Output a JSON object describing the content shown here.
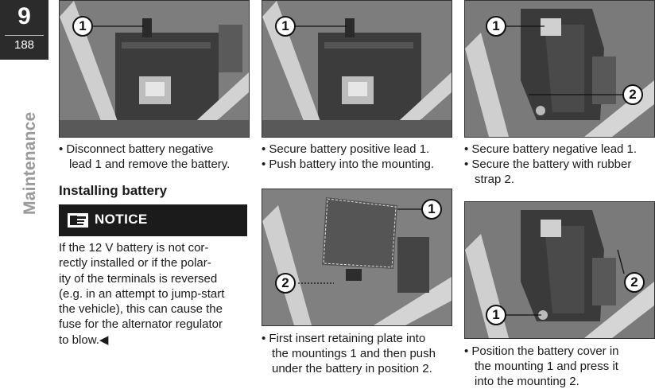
{
  "chapter": {
    "number": "9",
    "page": "188",
    "section_label": "Maintenance"
  },
  "steps": [
    {
      "caption": [
        "• Disconnect battery negative",
        "lead 1 and remove the battery."
      ],
      "callouts": [
        "1"
      ]
    },
    {
      "caption": [
        "• Secure battery positive lead 1.",
        "• Push battery into the mounting."
      ],
      "callouts": [
        "1"
      ]
    },
    {
      "caption": [
        "• Secure battery negative lead 1.",
        "• Secure the battery with rubber",
        "strap 2."
      ],
      "callouts": [
        "1",
        "2"
      ]
    },
    {
      "caption": [
        "• First insert retaining plate into",
        "the mountings 1 and then push",
        "under the battery in position 2."
      ],
      "callouts": [
        "1",
        "2"
      ]
    },
    {
      "caption": [
        "• Position the battery cover in",
        "the mounting 1 and press it",
        "into the mounting 2."
      ],
      "callouts": [
        "2",
        "1"
      ]
    }
  ],
  "installing": {
    "heading": "Installing battery",
    "notice_label": "NOTICE",
    "notice_icon": "hand-pointer-notice-icon",
    "body": [
      "If the 12 V battery is not cor-",
      "rectly installed or if the polar-",
      "ity of the terminals is reversed",
      "(e.g. in an attempt to jump-start",
      "the vehicle), this can cause the",
      "fuse for the alternator regulator",
      "to blow.◀"
    ]
  }
}
